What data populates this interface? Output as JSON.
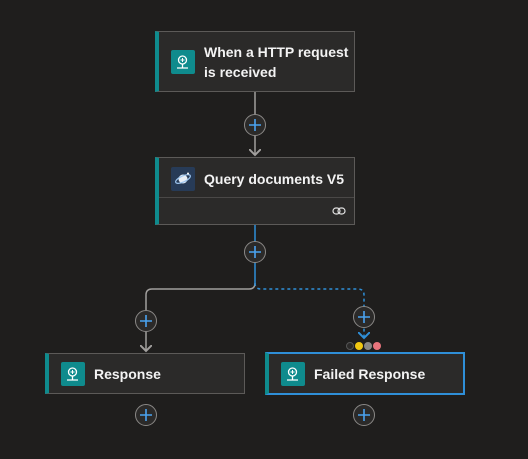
{
  "nodes": {
    "trigger": {
      "title_line1": "When a HTTP request",
      "title_line2": "is received",
      "icon": "http-request-icon"
    },
    "query": {
      "title": "Query documents V5",
      "icon": "cosmos-db-icon",
      "footer_icon": "link-icon"
    },
    "response": {
      "title": "Response",
      "icon": "http-response-icon"
    },
    "failed_response": {
      "title": "Failed Response",
      "icon": "http-response-icon"
    }
  },
  "run_after_status_colors": [
    "#2b2a29",
    "#f2c811",
    "#8a8886",
    "#e8747c"
  ],
  "colors": {
    "canvas": "#1f1e1d",
    "card": "#2b2a29",
    "accent": "#0f8b8d",
    "selected_border": "#2f8fd8",
    "connector": "#a19f9d",
    "active_connector": "#2f8fd8",
    "plus": "#4aa3f0"
  }
}
